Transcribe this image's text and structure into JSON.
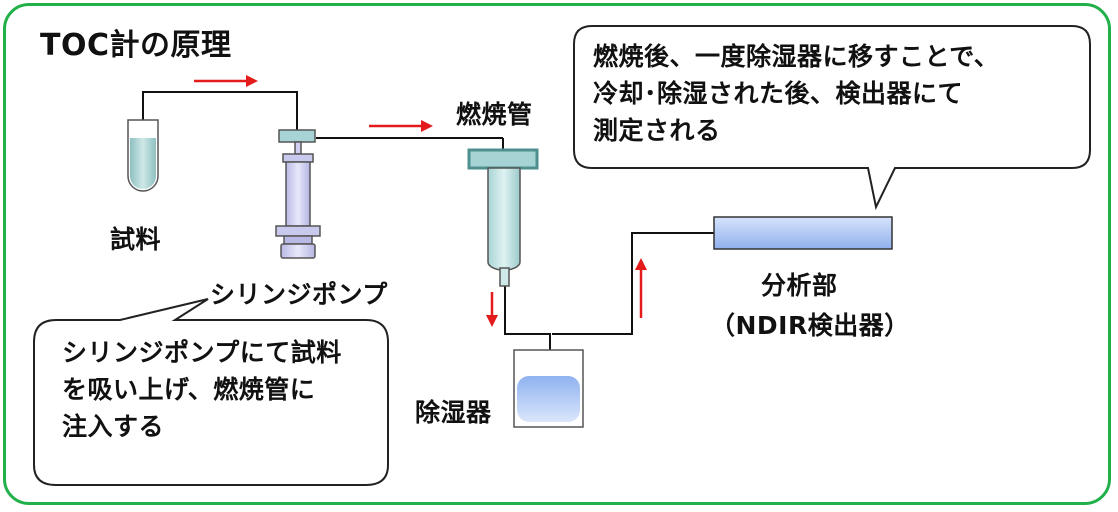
{
  "title": "TOC計の原理",
  "labels": {
    "sample": "試料",
    "syringe_pump": "シリンジポンプ",
    "combustion_tube": "燃焼管",
    "dehumidifier": "除湿器",
    "analyzer_line1": "分析部",
    "analyzer_line2": "（NDIR検出器）"
  },
  "callouts": {
    "top_right_lines": [
      "燃焼後、一度除湿器に移すことで、",
      "冷却･除湿された後、検出器にて",
      "測定される"
    ],
    "bottom_left_lines": [
      "シリンジポンプにて試料",
      "を吸い上げ、燃焼管に",
      "注入する"
    ]
  },
  "colors": {
    "frame": "#22b04a",
    "arrow": "#e31b1b",
    "line": "#111111",
    "sample_liquid": "#9fc9c9",
    "syringe": "#c9c9ee",
    "combustion_tube": "#c6e6e6",
    "analyzer": "#a9c4f0",
    "dehumidifier_liquid": "#8fb2f0"
  }
}
